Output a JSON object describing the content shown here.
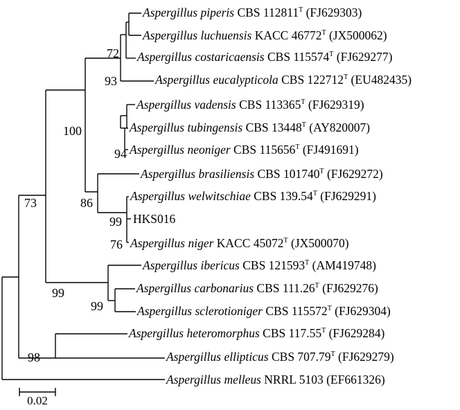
{
  "tree": {
    "leaves": [
      {
        "genus": "Aspergillus",
        "species": "piperis",
        "strain": "CBS 112811",
        "type_mark": "T",
        "accession": "(FJ629303)"
      },
      {
        "genus": "Aspergillus",
        "species": "luchuensis",
        "strain": "KACC 46772",
        "type_mark": "T",
        "accession": "(JX500062)"
      },
      {
        "genus": "Aspergillus",
        "species": "costaricaensis",
        "strain": "CBS 115574",
        "type_mark": "T",
        "accession": "(FJ629277)"
      },
      {
        "genus": "Aspergillus",
        "species": "eucalypticola",
        "strain": "CBS 122712",
        "type_mark": "T",
        "accession": "(EU482435)"
      },
      {
        "genus": "Aspergillus",
        "species": "vadensis",
        "strain": "CBS 113365",
        "type_mark": "T",
        "accession": "(FJ629319)"
      },
      {
        "genus": "Aspergillus",
        "species": "tubingensis",
        "strain": "CBS 13448",
        "type_mark": "T",
        "accession": "(AY820007)"
      },
      {
        "genus": "Aspergillus",
        "species": "neoniger",
        "strain": "CBS 115656",
        "type_mark": "T",
        "accession": "(FJ491691)"
      },
      {
        "genus": "Aspergillus",
        "species": "brasiliensis",
        "strain": "CBS 101740",
        "type_mark": "T",
        "accession": "(FJ629272)"
      },
      {
        "genus": "Aspergillus",
        "species": "welwitschiae",
        "strain": "CBS 139.54",
        "type_mark": "T",
        "accession": "(FJ629291)"
      },
      {
        "plain": "HKS016"
      },
      {
        "genus": "Aspergillus",
        "species": "niger",
        "strain": "KACC 45072",
        "type_mark": "T",
        "accession": "(JX500070)"
      },
      {
        "genus": "Aspergillus",
        "species": "ibericus",
        "strain": "CBS 121593",
        "type_mark": "T",
        "accession": "(AM419748)"
      },
      {
        "genus": "Aspergillus",
        "species": "carbonarius",
        "strain": "CBS 111.26",
        "type_mark": "T",
        "accession": "(FJ629276)"
      },
      {
        "genus": "Aspergillus",
        "species": "sclerotioniger",
        "strain": "CBS 115572",
        "type_mark": "T",
        "accession": "(FJ629304)"
      },
      {
        "genus": "Aspergillus",
        "species": "heteromorphus",
        "strain": "CBS 117.55",
        "type_mark": "T",
        "accession": "(FJ629284)"
      },
      {
        "genus": "Aspergillus",
        "species": "ellipticus",
        "strain": "CBS 707.79",
        "type_mark": "T",
        "accession": "(FJ629279)"
      },
      {
        "genus": "Aspergillus",
        "species": "melleus",
        "strain": "NRRL 5103",
        "type_mark": "",
        "accession": "(EF661326)"
      }
    ],
    "bootstrap": [
      "72",
      "93",
      "100",
      "94",
      "86",
      "99",
      "76",
      "73",
      "99",
      "99",
      "98"
    ],
    "scale_bar": {
      "label": "0.02",
      "value": 0.02
    }
  }
}
